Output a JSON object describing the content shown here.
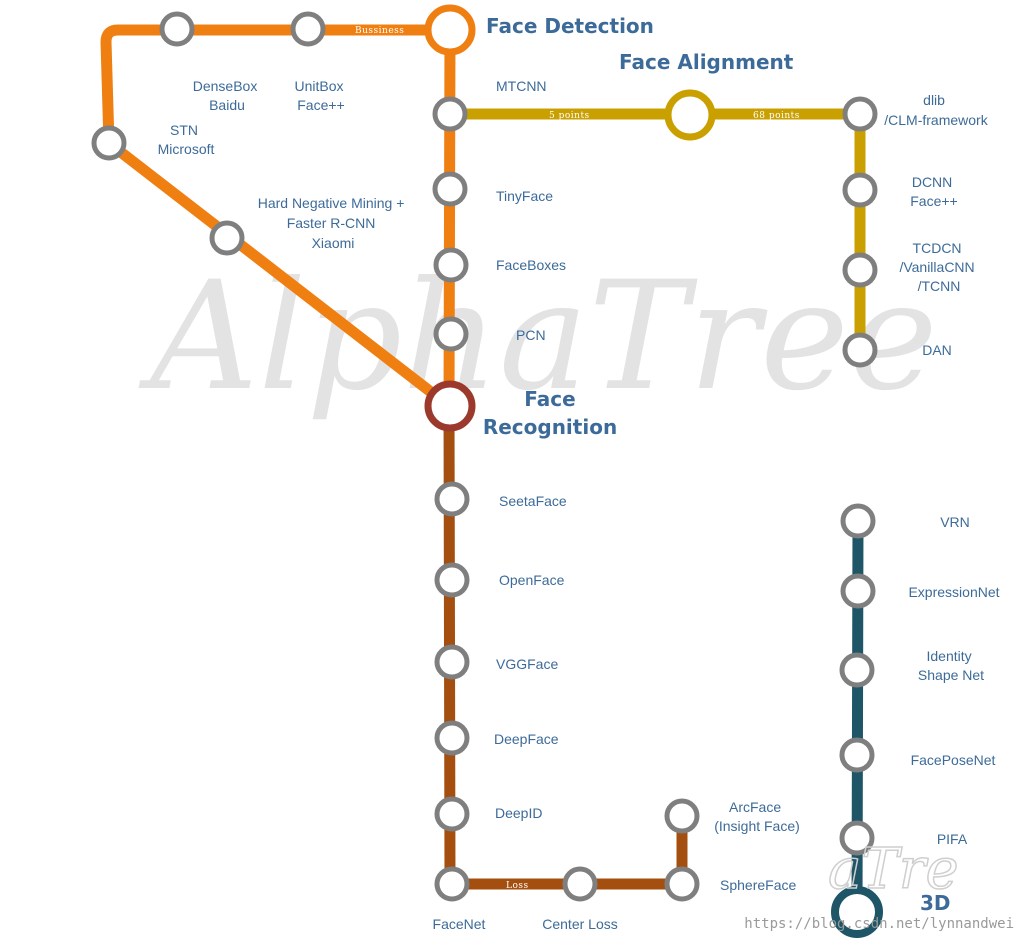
{
  "watermark": {
    "main": "AlphaTree",
    "corner": "aTre",
    "url": "https://blog.csdn.net/lynnandwei"
  },
  "colors": {
    "detection": "#f07f12",
    "alignment": "#c9a000",
    "recognition": "#a44f10",
    "threed": "#1e5667",
    "station": "#7f7f7f",
    "recognition_hub": "#9b3a2c",
    "text": "#3d6b99"
  },
  "hubs": {
    "detection": "Face Detection",
    "alignment": "Face Alignment",
    "recognition_l1": "Face",
    "recognition_l2": "Recognition",
    "threed": "3D"
  },
  "segment_labels": {
    "bussiness": "Bussiness",
    "five_points": "5 points",
    "sixtyeight_points": "68 points",
    "loss": "Loss"
  },
  "stations": {
    "densebox": [
      "DenseBox",
      "Baidu"
    ],
    "unitbox": [
      "UnitBox",
      "Face++"
    ],
    "stn": [
      "STN",
      "Microsoft"
    ],
    "hard_negative": [
      "Hard Negative Mining +",
      "Faster R-CNN",
      "Xiaomi"
    ],
    "mtcnn": [
      "MTCNN"
    ],
    "tinyface": [
      "TinyFace"
    ],
    "faceboxes": [
      "FaceBoxes"
    ],
    "pcn": [
      "PCN"
    ],
    "dlib": [
      "dlib",
      "/CLM-framework"
    ],
    "dcnn": [
      "DCNN",
      "Face++"
    ],
    "tcdcn": [
      "TCDCN",
      "/VanillaCNN",
      "/TCNN"
    ],
    "dan": [
      "DAN"
    ],
    "seetaface": [
      "SeetaFace"
    ],
    "openface": [
      "OpenFace"
    ],
    "vggface": [
      "VGGFace"
    ],
    "deepface": [
      "DeepFace"
    ],
    "deepid": [
      "DeepID"
    ],
    "facenet": [
      "FaceNet"
    ],
    "center_loss": [
      "Center Loss"
    ],
    "sphereface": [
      "SphereFace"
    ],
    "arcface": [
      "ArcFace",
      "(Insight Face)"
    ],
    "vrn": [
      "VRN"
    ],
    "expressionnet": [
      "ExpressionNet"
    ],
    "identity_shape_net": [
      "Identity",
      "Shape Net"
    ],
    "faceposenet": [
      "FacePoseNet"
    ],
    "pifa": [
      "PIFA"
    ]
  }
}
